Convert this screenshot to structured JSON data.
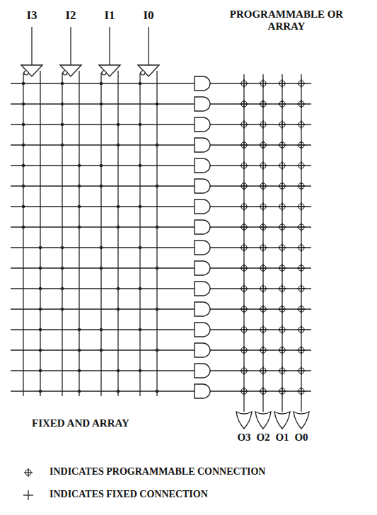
{
  "diagram": {
    "labels": [
      "I3",
      "I2",
      "I1",
      "I0",
      "PROGRAMMABLE OR ARRAY",
      "FIXED AND ARRAY",
      "O3",
      "O2",
      "O1",
      "O0"
    ],
    "legend": [
      {
        "text": "INDICATES PROGRAMMABLE CONNECTION"
      },
      {
        "text": "INDICATES FIXED CONNECTION"
      }
    ]
  }
}
